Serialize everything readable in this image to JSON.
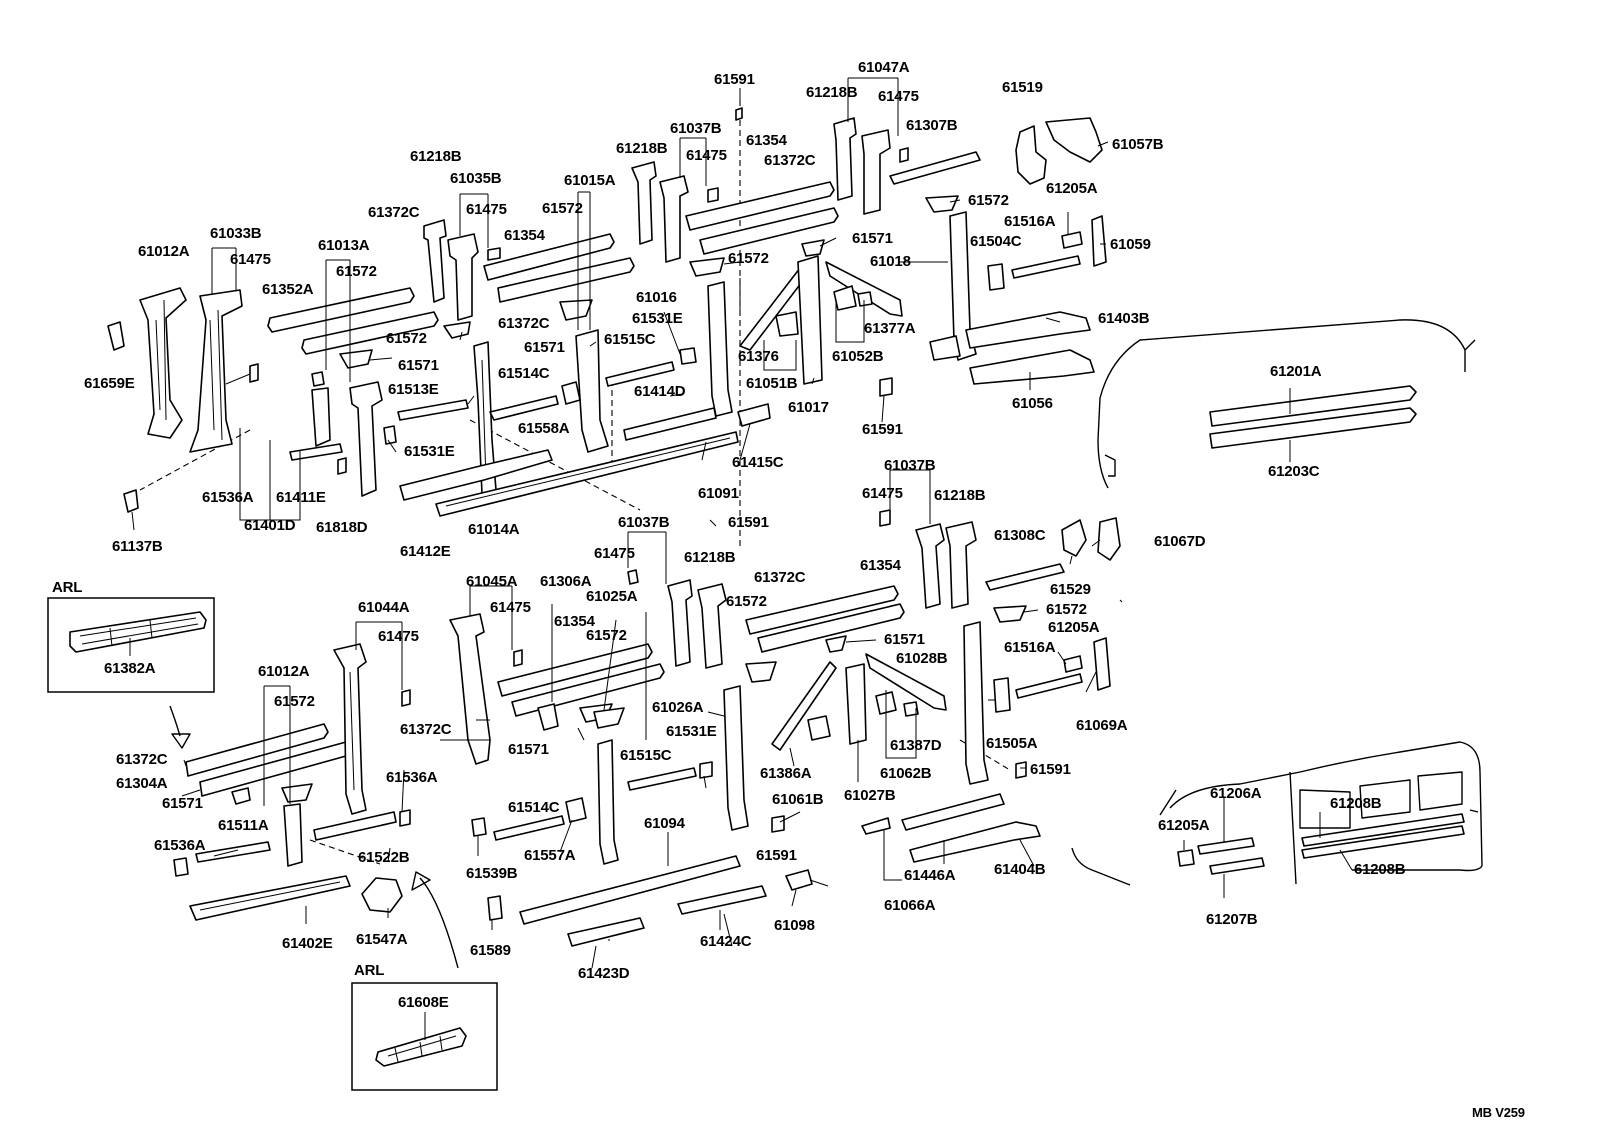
{
  "diagram": {
    "code": "MB V259",
    "boxes": [
      {
        "title": "ARL",
        "part": "61382A"
      },
      {
        "title": "ARL",
        "part": "61608E"
      }
    ],
    "labels": {
      "l1": "61591",
      "l2": "61047A",
      "l3": "61218B",
      "l4": "61475",
      "l5": "61519",
      "l6": "61037B",
      "l7": "61307B",
      "l8": "61057B",
      "l9": "61354",
      "l10": "61218B",
      "l11": "61475",
      "l12": "61372C",
      "l13": "61218B",
      "l14": "61015A",
      "l15": "61035B",
      "l16": "61572",
      "l17": "61205A",
      "l18": "61372C",
      "l19": "61475",
      "l20": "61572",
      "l21": "61516A",
      "l22": "61059",
      "l23": "61033B",
      "l24": "61354",
      "l25": "61571",
      "l26": "61018",
      "l27": "61012A",
      "l28": "61475",
      "l29": "61013A",
      "l30": "61572",
      "l31": "61504C",
      "l32": "61352A",
      "l33": "61572",
      "l34": "61016",
      "l35": "61531E",
      "l36": "61377A",
      "l37": "61372C",
      "l38": "61403B",
      "l39": "61572",
      "l40": "61571",
      "l41": "61515C",
      "l42": "61376",
      "l43": "61052B",
      "l44": "61659E",
      "l45": "61571",
      "l46": "61514C",
      "l47": "61051B",
      "l48": "61513E",
      "l49": "61414D",
      "l50": "61017",
      "l51": "61056",
      "l52": "61558A",
      "l53": "61591",
      "l54": "61531E",
      "l55": "61415C",
      "l56": "61201A",
      "l57": "61091",
      "l58": "61203C",
      "l59": "61536A",
      "l60": "61411E",
      "l61": "61401D",
      "l62": "61818D",
      "l63": "61412E",
      "l64": "61014A",
      "l65": "61037B",
      "l66": "61037B",
      "l67": "61591",
      "l68": "61475",
      "l69": "61218B",
      "l70": "61137B",
      "l71": "61308C",
      "l72": "61067D",
      "l73": "61475",
      "l74": "61529",
      "l75": "61045A",
      "l76": "61306A",
      "l77": "61218B",
      "l78": "61372C",
      "l79": "61354",
      "l80": "61572",
      "l81": "61025A",
      "l82": "61044A",
      "l83": "61475",
      "l84": "61572",
      "l85": "61205A",
      "l86": "61354",
      "l87": "61571",
      "l88": "61572",
      "l89": "61028B",
      "l90": "61516A",
      "l91": "61475",
      "l92": "61012A",
      "l93": "61069A",
      "l94": "61572",
      "l95": "61026A",
      "l96": "61372C",
      "l97": "61571",
      "l98": "61531E",
      "l99": "61387D",
      "l100": "61505A",
      "l101": "61372C",
      "l102": "61386A",
      "l103": "61304A",
      "l104": "61536A",
      "l105": "61515C",
      "l106": "61591",
      "l107": "61062B",
      "l108": "61571",
      "l109": "61027B",
      "l110": "61514C",
      "l111": "61061B",
      "l112": "61208B",
      "l113": "61511A",
      "l114": "61094",
      "l115": "61206A",
      "l116": "61536A",
      "l117": "61557A",
      "l118": "61591",
      "l119": "61522B",
      "l120": "61446A",
      "l121": "61205A",
      "l122": "61539B",
      "l123": "61404B",
      "l124": "61208B",
      "l125": "61066A",
      "l126": "61098",
      "l127": "61547A",
      "l128": "61424C",
      "l129": "61402E",
      "l130": "61207B",
      "l131": "61589",
      "l132": "61423D"
    }
  }
}
